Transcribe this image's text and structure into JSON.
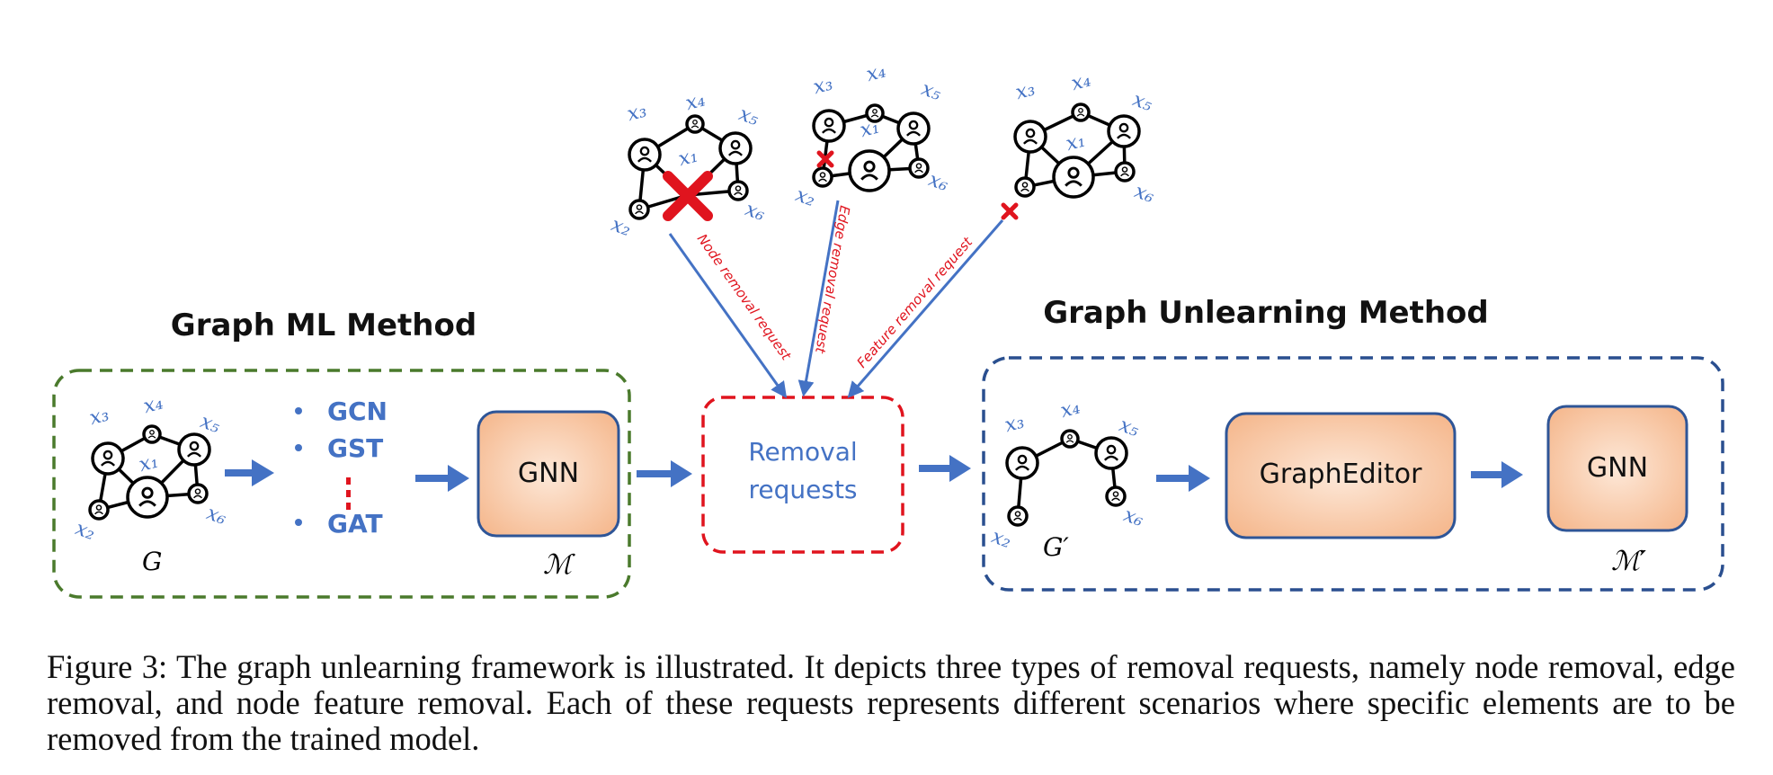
{
  "diagram": {
    "left_panel": {
      "title": "Graph ML Method",
      "graph_label": "G",
      "methods": [
        "GCN",
        "GST",
        "GAT"
      ],
      "model_box": "GNN",
      "model_label": "ℳ"
    },
    "center": {
      "box_label_line1": "Removal",
      "box_label_line2": "requests",
      "arrow_labels": {
        "node": "Node removal request",
        "edge": "Edge removal request",
        "feature": "Feature removal request"
      }
    },
    "right_panel": {
      "title": "Graph Unlearning Method",
      "graph_label": "G′",
      "editor_box": "GraphEditor",
      "model_box": "GNN",
      "model_label": "ℳ′"
    },
    "node_labels": {
      "x1": "x₁",
      "x2": "x₂",
      "x3": "x₃",
      "x4": "x₄",
      "x5": "x₅",
      "x6": "x₆"
    },
    "colors": {
      "green_dash": "#4a7a2c",
      "blue_dash": "#2a4f8f",
      "red_dash": "#e0141e",
      "arrow": "#4472c4",
      "label_blue": "#4472c4",
      "request_red": "#e0141e",
      "box_fill": "#f4b183",
      "box_stroke": "#2e5597"
    }
  },
  "caption": "Figure 3: The graph unlearning framework is illustrated. It depicts three types of removal requests, namely node removal, edge removal, and node feature removal. Each of these requests represents different scenarios where specific elements are to be removed from the trained model."
}
